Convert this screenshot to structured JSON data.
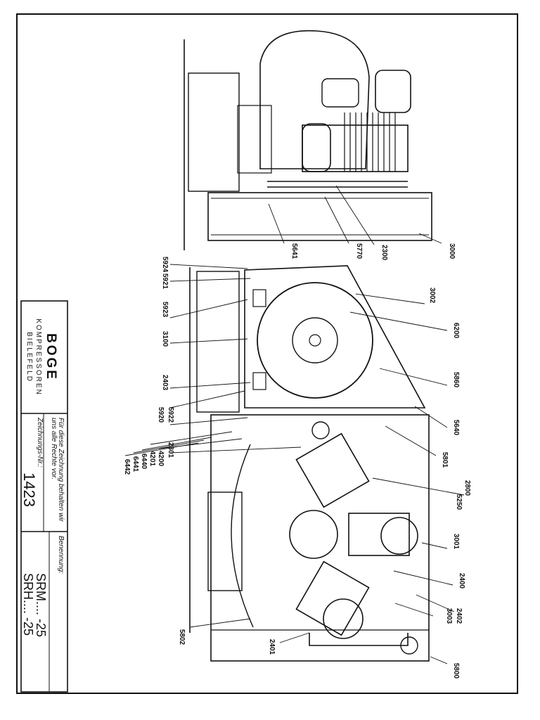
{
  "title_block": {
    "logo": "BOGE",
    "company_line1": "KOMPRESSOREN",
    "company_line2": "BIELEFELD",
    "rights_line1": "Für diese Zeichnung behalten wir",
    "rights_line2": "uns alle Rechte vor.",
    "drawing_no_label": "Zeichnungs-Nr.:",
    "drawing_no": "1423",
    "designation_label": "Benennung:",
    "model_1": "SRM....  -25",
    "model_2": "SRH....  -25"
  },
  "part_numbers": {
    "p5641": "5641",
    "p5770": "5770",
    "p2300": "2300",
    "p3000": "3000",
    "p5924": "5924",
    "p5921": "5921",
    "p5923": "5923",
    "p3100": "3100",
    "p2403": "2403",
    "p5922": "5922",
    "p5920": "5920",
    "p2301": "2301",
    "p4200": "4200",
    "p4201": "4201",
    "p6440": "6440",
    "p6441": "6441",
    "p6442": "6442",
    "p3002": "3002",
    "p6200": "6200",
    "p5860": "5860",
    "p5640": "5640",
    "p5801": "5801",
    "p2800": "2800",
    "p5250": "5250",
    "p3001": "3001",
    "p2400": "2400",
    "p2402": "2402",
    "p3003": "3003",
    "p5802": "5802",
    "p2401": "2401",
    "p5800": "5800"
  }
}
